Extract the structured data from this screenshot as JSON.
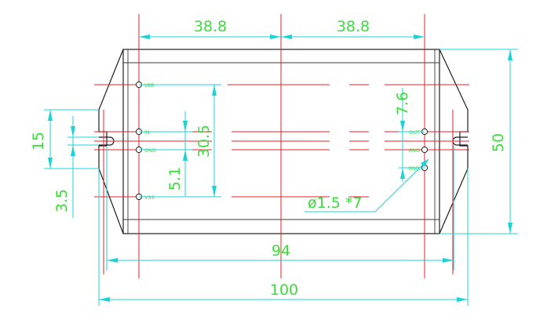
{
  "dimensions": {
    "pitch_left": "38.8",
    "pitch_right": "38.8",
    "height_total": "50",
    "hole_span": "94",
    "length_total": "100",
    "slot_height": "15",
    "slot_offset": "3.5",
    "pin_span": "30.5",
    "pin_pitch_v": "5.1",
    "right_pin_offset": "7.6",
    "hole_callout": "ø1.5 *7"
  },
  "pins": {
    "left": [
      "VEE",
      "IN",
      "GND",
      "VSS"
    ],
    "right": [
      "OUT",
      "GND",
      "GND"
    ]
  },
  "colors": {
    "outline": "#1e1e1e",
    "centerline": "#e8202a",
    "dimension_line": "#19d4d4",
    "dimension_text": "#3ddc3d"
  }
}
